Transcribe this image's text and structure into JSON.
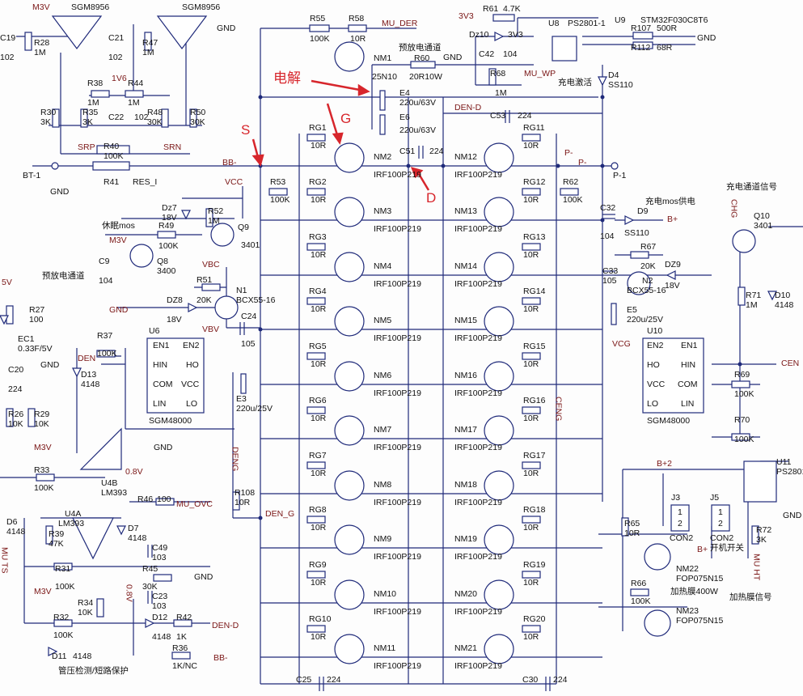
{
  "top_chips": {
    "opamp_a": "SGM8956",
    "opamp_b": "SGM8956"
  },
  "annotations": {
    "dianjie": "电解",
    "g": "G",
    "s": "S",
    "d": "D",
    "sleep_mos": "休眠mos",
    "precharge_ch": "预放电通道",
    "precharge_ch2": "预放电通道",
    "charge_excite": "充电激活",
    "charge_mos_supply": "充电mos供电",
    "charge_ch_signal": "充电通道信号",
    "heater": "加热膜400W",
    "heater_signal": "加热膜信号",
    "power_switch": "开机开关",
    "tube_protect": "管压检测/短路保护"
  },
  "nets": {
    "m3v": "M3V",
    "gnd": "GND",
    "v1v6": "1V6",
    "srp": "SRP",
    "srn": "SRN",
    "bb_minus": "BB-",
    "bt1": "BT-1",
    "res_i": "RES_I",
    "vcc": "VCC",
    "vbc": "VBC",
    "vbv": "VBV",
    "den": "DEN",
    "den_g": "DEN_G",
    "deng": "DENG",
    "mu_der": "MU_DER",
    "mu_wp": "MU_WP",
    "v3v3": "3V3",
    "v3v3b": "3V3",
    "den_d": "DEN-D",
    "p_minus": "P-",
    "p_minus2": "P-",
    "p1": "P-1",
    "b_plus": "B+",
    "b_plus2": "B+2",
    "b_plus3": "B+",
    "vcg": "VCG",
    "cen": "CEN",
    "cnng": "CENG",
    "chg": "CHG",
    "mu_ovc": "MU_OVC",
    "mu_ts": "MU TS",
    "mu_ht": "MU HT",
    "v08": "0.8V",
    "u5v": "5V",
    "v08b": "0.8V",
    "den_d2": "DEN-D",
    "bb2": "BB-"
  },
  "resistors": {
    "r55": "R55",
    "r55v": "100K",
    "r58": "R58",
    "r58v": "10R",
    "r60": "R60",
    "r60v": "20R10W",
    "r61": "R61",
    "r61v": "4.7K",
    "r68": "R68",
    "r68v": "1M",
    "r107": "R107",
    "r107v": "500R",
    "r112": "R112",
    "r112v": "68R",
    "r28": "R28",
    "r28v": "1M",
    "r47": "R47",
    "r47v": "1M",
    "r38": "R38",
    "r38v": "1M",
    "r44": "R44",
    "r44v": "1M",
    "r30": "R30",
    "r30v": "3K",
    "r35": "R35",
    "r35v": "3K",
    "r48": "R48",
    "r48v": "30K",
    "r50": "R50",
    "r50v": "30K",
    "r40": "R40",
    "r40v": "100K",
    "r41": "R41",
    "r53": "R53",
    "r53v": "100K",
    "r62": "R62",
    "r62v": "100K",
    "r52": "R52",
    "r52v": "1M",
    "r49": "R49",
    "r49v": "100K",
    "r51": "R51",
    "r51v": "20K",
    "r37": "R37",
    "r37v": "100K",
    "r27": "R27",
    "r27v": "100",
    "r26": "R26",
    "r26v": "10K",
    "r29": "R29",
    "r29v": "10K",
    "r33": "R33",
    "r33v": "100K",
    "r108": "R108",
    "r108v": "10R",
    "r46": "R46",
    "r46v": "100",
    "r39": "R39",
    "r39v": "47K",
    "r31": "R31",
    "r31v": "100K",
    "r45": "R45",
    "r45v": "30K",
    "r34": "R34",
    "r34v": "10K",
    "r32": "R32",
    "r32v": "100K",
    "r42": "R42",
    "r42v": "1K",
    "r36": "R36",
    "r36v": "1K/NC",
    "r67": "R67",
    "r67v": "20K",
    "r71": "R71",
    "r71v": "1M",
    "r69": "R69",
    "r69v": "100K",
    "r70": "R70",
    "r70v": "100K",
    "r65": "R65",
    "r65v": "10R",
    "r66": "R66",
    "r66v": "100K",
    "r72": "R72",
    "r72v": "3K"
  },
  "capacitors": {
    "c19": "C19",
    "c19v": "102",
    "c21": "C21",
    "c21v": "102",
    "c22": "C22",
    "c22v": "102",
    "c42": "C42",
    "c42v": "104",
    "e4": "E4",
    "e4v": "220u/63V",
    "e6": "E6",
    "e6v": "220u/63V",
    "c51": "C51",
    "c51v": "224",
    "c53": "C53",
    "c53v": "224",
    "c9": "C9",
    "c9v": "104",
    "c24": "C24",
    "c24v": "105",
    "e3": "E3",
    "e3v": "220u/25V",
    "ec1": "EC1",
    "ec1v": "0.33F/5V",
    "c20": "C20",
    "c20v": "224",
    "c49": "C49",
    "c49v": "103",
    "c23": "C23",
    "c23v": "103",
    "c25": "C25",
    "c25v": "224",
    "c30": "C30",
    "c30v": "224",
    "c32": "C32",
    "c32v": "104",
    "c33": "C33",
    "c33v": "105",
    "e5": "E5",
    "e5v": "220u/25V",
    "c25n": "25N10"
  },
  "diodes": {
    "dz10": "Dz10",
    "dz10v": "3V3",
    "d4": "D4",
    "d4v": "SS110",
    "dz7": "Dz7",
    "dz7v": "18V",
    "dz8": "DZ8",
    "dz8v": "18V",
    "d13": "D13",
    "d13v": "4148",
    "d6": "D6",
    "d6v": "4148",
    "d7": "D7",
    "d7v": "4148",
    "d12": "D12",
    "d12v": "4148",
    "d11": "D11",
    "d11v": "4148",
    "d9": "D9",
    "d9v": "SS110",
    "dz9": "DZ9",
    "dz9v": "18V",
    "d10": "D10",
    "d10v": "4148"
  },
  "ics": {
    "u8": "U8",
    "u8v": "PS2801-1",
    "u9": "U9",
    "u9v": "STM32F030C8T6",
    "u6": "U6",
    "u6v": "SGM48000",
    "u10": "U10",
    "u10v": "SGM48000",
    "u4a": "U4A",
    "u4av": "LM393",
    "u4b": "U4B",
    "u4bv": "LM393",
    "u11": "U11",
    "u11v": "PS2801"
  },
  "gate_driver_pins": {
    "en1": "EN1",
    "en2": "EN2",
    "hin": "HIN",
    "ho": "HO",
    "com": "COM",
    "vcc": "VCC",
    "lin": "LIN",
    "lo": "LO"
  },
  "transistors": {
    "q9": "Q9",
    "q9v": "3401",
    "q8": "Q8",
    "q8v": "3400",
    "n1": "N1",
    "n1v": "BCX55-16",
    "n2": "N2",
    "n2v": "BCX55-16",
    "q10": "Q10",
    "q10v": "3401",
    "nm22": "NM22",
    "nm22v": "FOP075N15",
    "nm23": "NM23",
    "nm23v": "FOP075N15"
  },
  "connectors": {
    "j3": "J3",
    "j5": "J5",
    "con2a": "CON2",
    "con2b": "CON2",
    "p1": "1",
    "p2": "2"
  },
  "mosfet_part": "IRF100P219",
  "mos_left": [
    {
      "rg": "RG1",
      "nm": "NM2"
    },
    {
      "rg": "RG2",
      "nm": "NM3"
    },
    {
      "rg": "RG3",
      "nm": "NM4"
    },
    {
      "rg": "RG4",
      "nm": "NM5"
    },
    {
      "rg": "RG5",
      "nm": "NM6"
    },
    {
      "rg": "RG6",
      "nm": "NM7"
    },
    {
      "rg": "RG7",
      "nm": "NM8"
    },
    {
      "rg": "RG8",
      "nm": "NM9"
    },
    {
      "rg": "RG9",
      "nm": "NM10"
    },
    {
      "rg": "RG10",
      "nm": "NM11"
    }
  ],
  "mos_right": [
    {
      "rg": "RG11",
      "nm": "NM12"
    },
    {
      "rg": "RG12",
      "nm": "NM13"
    },
    {
      "rg": "RG13",
      "nm": "NM14"
    },
    {
      "rg": "RG14",
      "nm": "NM15"
    },
    {
      "rg": "RG15",
      "nm": "NM16"
    },
    {
      "rg": "RG16",
      "nm": "NM17"
    },
    {
      "rg": "RG17",
      "nm": "NM18"
    },
    {
      "rg": "RG18",
      "nm": "NM19"
    },
    {
      "rg": "RG19",
      "nm": "NM20"
    },
    {
      "rg": "RG20",
      "nm": "NM21"
    }
  ],
  "gate_res_value": "10R",
  "nm1": "NM1"
}
